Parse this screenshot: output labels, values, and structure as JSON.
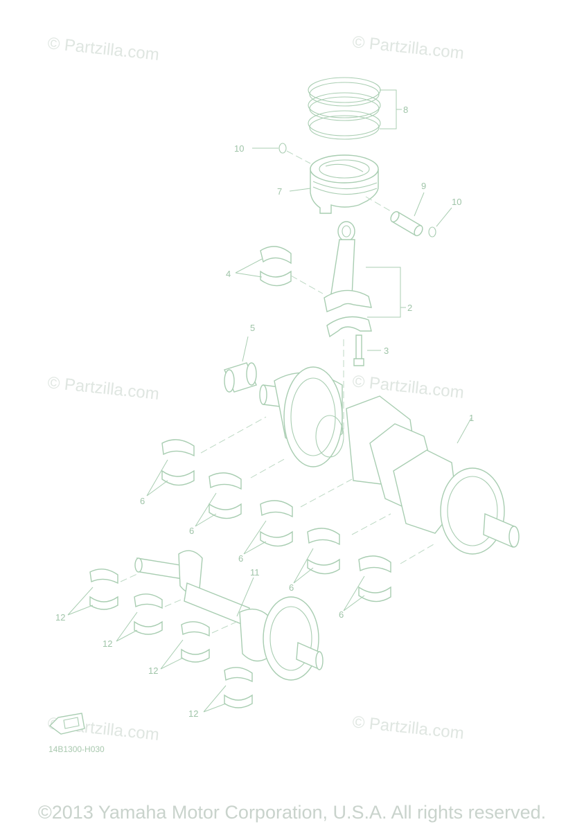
{
  "watermarks": [
    "© Partzilla.com",
    "© Partzilla.com",
    "© Partzilla.com",
    "© Partzilla.com",
    "© Partzilla.com",
    "© Partzilla.com"
  ],
  "callouts": {
    "c1": "1",
    "c2": "2",
    "c3": "3",
    "c4": "4",
    "c5": "5",
    "c6a": "6",
    "c6b": "6",
    "c6c": "6",
    "c6d": "6",
    "c6e": "6",
    "c7": "7",
    "c8": "8",
    "c9": "9",
    "c10a": "10",
    "c10b": "10",
    "c11": "11",
    "c12a": "12",
    "c12b": "12",
    "c12c": "12",
    "c12d": "12"
  },
  "diagram_code": "14B1300-H030",
  "copyright": "©2013 Yamaha Motor Corporation, U.S.A. All rights reserved.",
  "colors": {
    "line": "#a8cdb1",
    "text": "#9fc4a8",
    "watermark": "#dfe6e1",
    "copyright": "#c9d3cc"
  }
}
